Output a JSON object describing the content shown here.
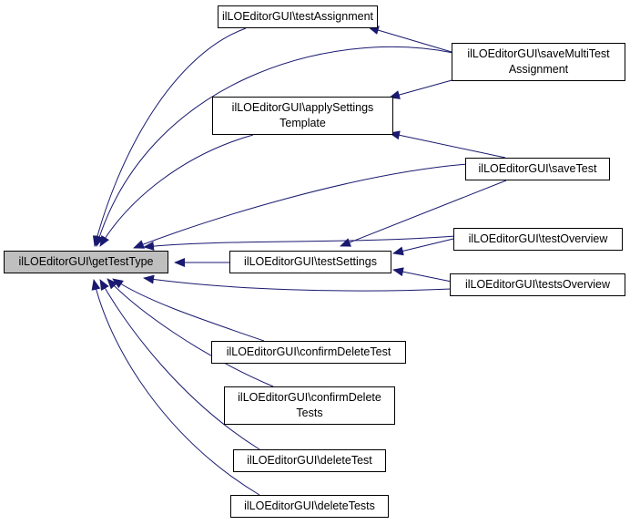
{
  "diagram": {
    "type": "call-graph",
    "nodes": [
      {
        "id": "getTestType",
        "lines": [
          "ilLOEditorGUI\\getTestType"
        ],
        "highlight": true
      },
      {
        "id": "testAssignment",
        "lines": [
          "ilLOEditorGUI\\testAssignment"
        ]
      },
      {
        "id": "saveMultiTestAssignment",
        "lines": [
          "ilLOEditorGUI\\saveMultiTest",
          "Assignment"
        ]
      },
      {
        "id": "applySettingsTemplate",
        "lines": [
          "ilLOEditorGUI\\applySettings",
          "Template"
        ]
      },
      {
        "id": "saveTest",
        "lines": [
          "ilLOEditorGUI\\saveTest"
        ]
      },
      {
        "id": "testOverview",
        "lines": [
          "ilLOEditorGUI\\testOverview"
        ]
      },
      {
        "id": "testSettings",
        "lines": [
          "ilLOEditorGUI\\testSettings"
        ]
      },
      {
        "id": "testsOverview",
        "lines": [
          "ilLOEditorGUI\\testsOverview"
        ]
      },
      {
        "id": "confirmDeleteTest",
        "lines": [
          "ilLOEditorGUI\\confirmDeleteTest"
        ]
      },
      {
        "id": "confirmDeleteTests",
        "lines": [
          "ilLOEditorGUI\\confirmDelete",
          "Tests"
        ]
      },
      {
        "id": "deleteTest",
        "lines": [
          "ilLOEditorGUI\\deleteTest"
        ]
      },
      {
        "id": "deleteTests",
        "lines": [
          "ilLOEditorGUI\\deleteTests"
        ]
      }
    ],
    "edges": [
      {
        "from": "testAssignment",
        "to": "getTestType"
      },
      {
        "from": "saveMultiTestAssignment",
        "to": "getTestType"
      },
      {
        "from": "applySettingsTemplate",
        "to": "getTestType"
      },
      {
        "from": "saveTest",
        "to": "getTestType"
      },
      {
        "from": "testOverview",
        "to": "getTestType"
      },
      {
        "from": "testSettings",
        "to": "getTestType"
      },
      {
        "from": "testsOverview",
        "to": "getTestType"
      },
      {
        "from": "confirmDeleteTest",
        "to": "getTestType"
      },
      {
        "from": "confirmDeleteTests",
        "to": "getTestType"
      },
      {
        "from": "deleteTest",
        "to": "getTestType"
      },
      {
        "from": "deleteTests",
        "to": "getTestType"
      },
      {
        "from": "saveMultiTestAssignment",
        "to": "testAssignment"
      },
      {
        "from": "saveMultiTestAssignment",
        "to": "applySettingsTemplate"
      },
      {
        "from": "saveTest",
        "to": "applySettingsTemplate"
      },
      {
        "from": "saveTest",
        "to": "testSettings"
      },
      {
        "from": "testOverview",
        "to": "testSettings"
      },
      {
        "from": "testsOverview",
        "to": "testSettings"
      }
    ],
    "colors": {
      "edge": "#191970",
      "root_fill": "#bfbfbf",
      "node_border": "#000000"
    }
  }
}
